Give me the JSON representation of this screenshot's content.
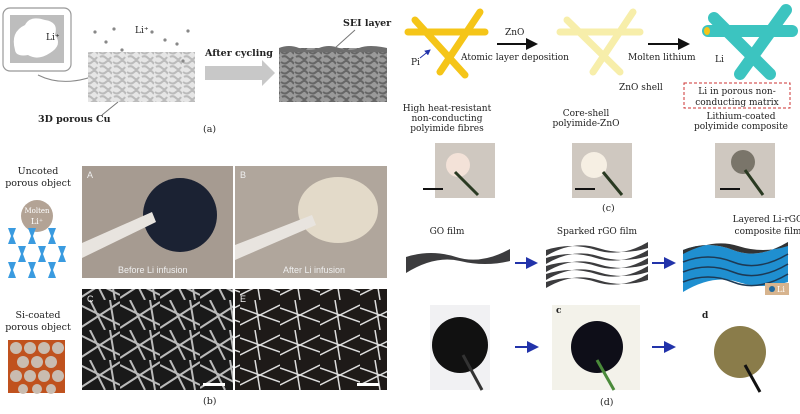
{
  "panel_a": {
    "li_inset": "Li⁺",
    "li_ion": "Li⁺",
    "after_cycling": "After cycling",
    "sei_layer": "SEI layer",
    "porous_cu": "3D porous Cu",
    "caption": "(a)"
  },
  "panel_b": {
    "uncoated_line1": "Uncoted",
    "uncoated_line2": "porous object",
    "molten": "Molten",
    "molten_li": "Li⁺",
    "si_line1": "Si-coated",
    "si_line2": "porous object",
    "photo_a_label": "A",
    "photo_a_caption": "Before Li infusion",
    "photo_b_label": "B",
    "photo_b_caption": "After Li infusion",
    "photo_c_label": "C",
    "photo_e_label": "E",
    "caption": "(b)"
  },
  "panel_c": {
    "pi": "Pi",
    "zno": "ZnO",
    "ald": "Atomic layer deposition",
    "zno_shell": "ZnO shell",
    "molten_lithium": "Molten lithium",
    "li": "Li",
    "matrix_line1": "Li in porous non-",
    "matrix_line2": "conducting matrix",
    "cap1": [
      "High heat-resistant",
      "non-conducting",
      "polyimide fibres"
    ],
    "cap2": [
      "Core-shell",
      "polyimide-ZnO"
    ],
    "cap3": [
      "Lithium-coated",
      "polyimide composite"
    ],
    "caption": "(c)"
  },
  "panel_d": {
    "go_film": "GO film",
    "sparked": "Sparked rGO film",
    "layered_line1": "Layered Li-rGO",
    "layered_line2": "composite film",
    "legend_li": "Li",
    "label_c": "c",
    "label_d": "d",
    "caption": "(d)"
  },
  "colors": {
    "pi_yellow": "#f5c518",
    "zno_pale": "#f7eeaa",
    "li_teal": "#3cc4c0",
    "arrow_blue": "#2233aa",
    "li_blue": "#1f8fd0"
  }
}
